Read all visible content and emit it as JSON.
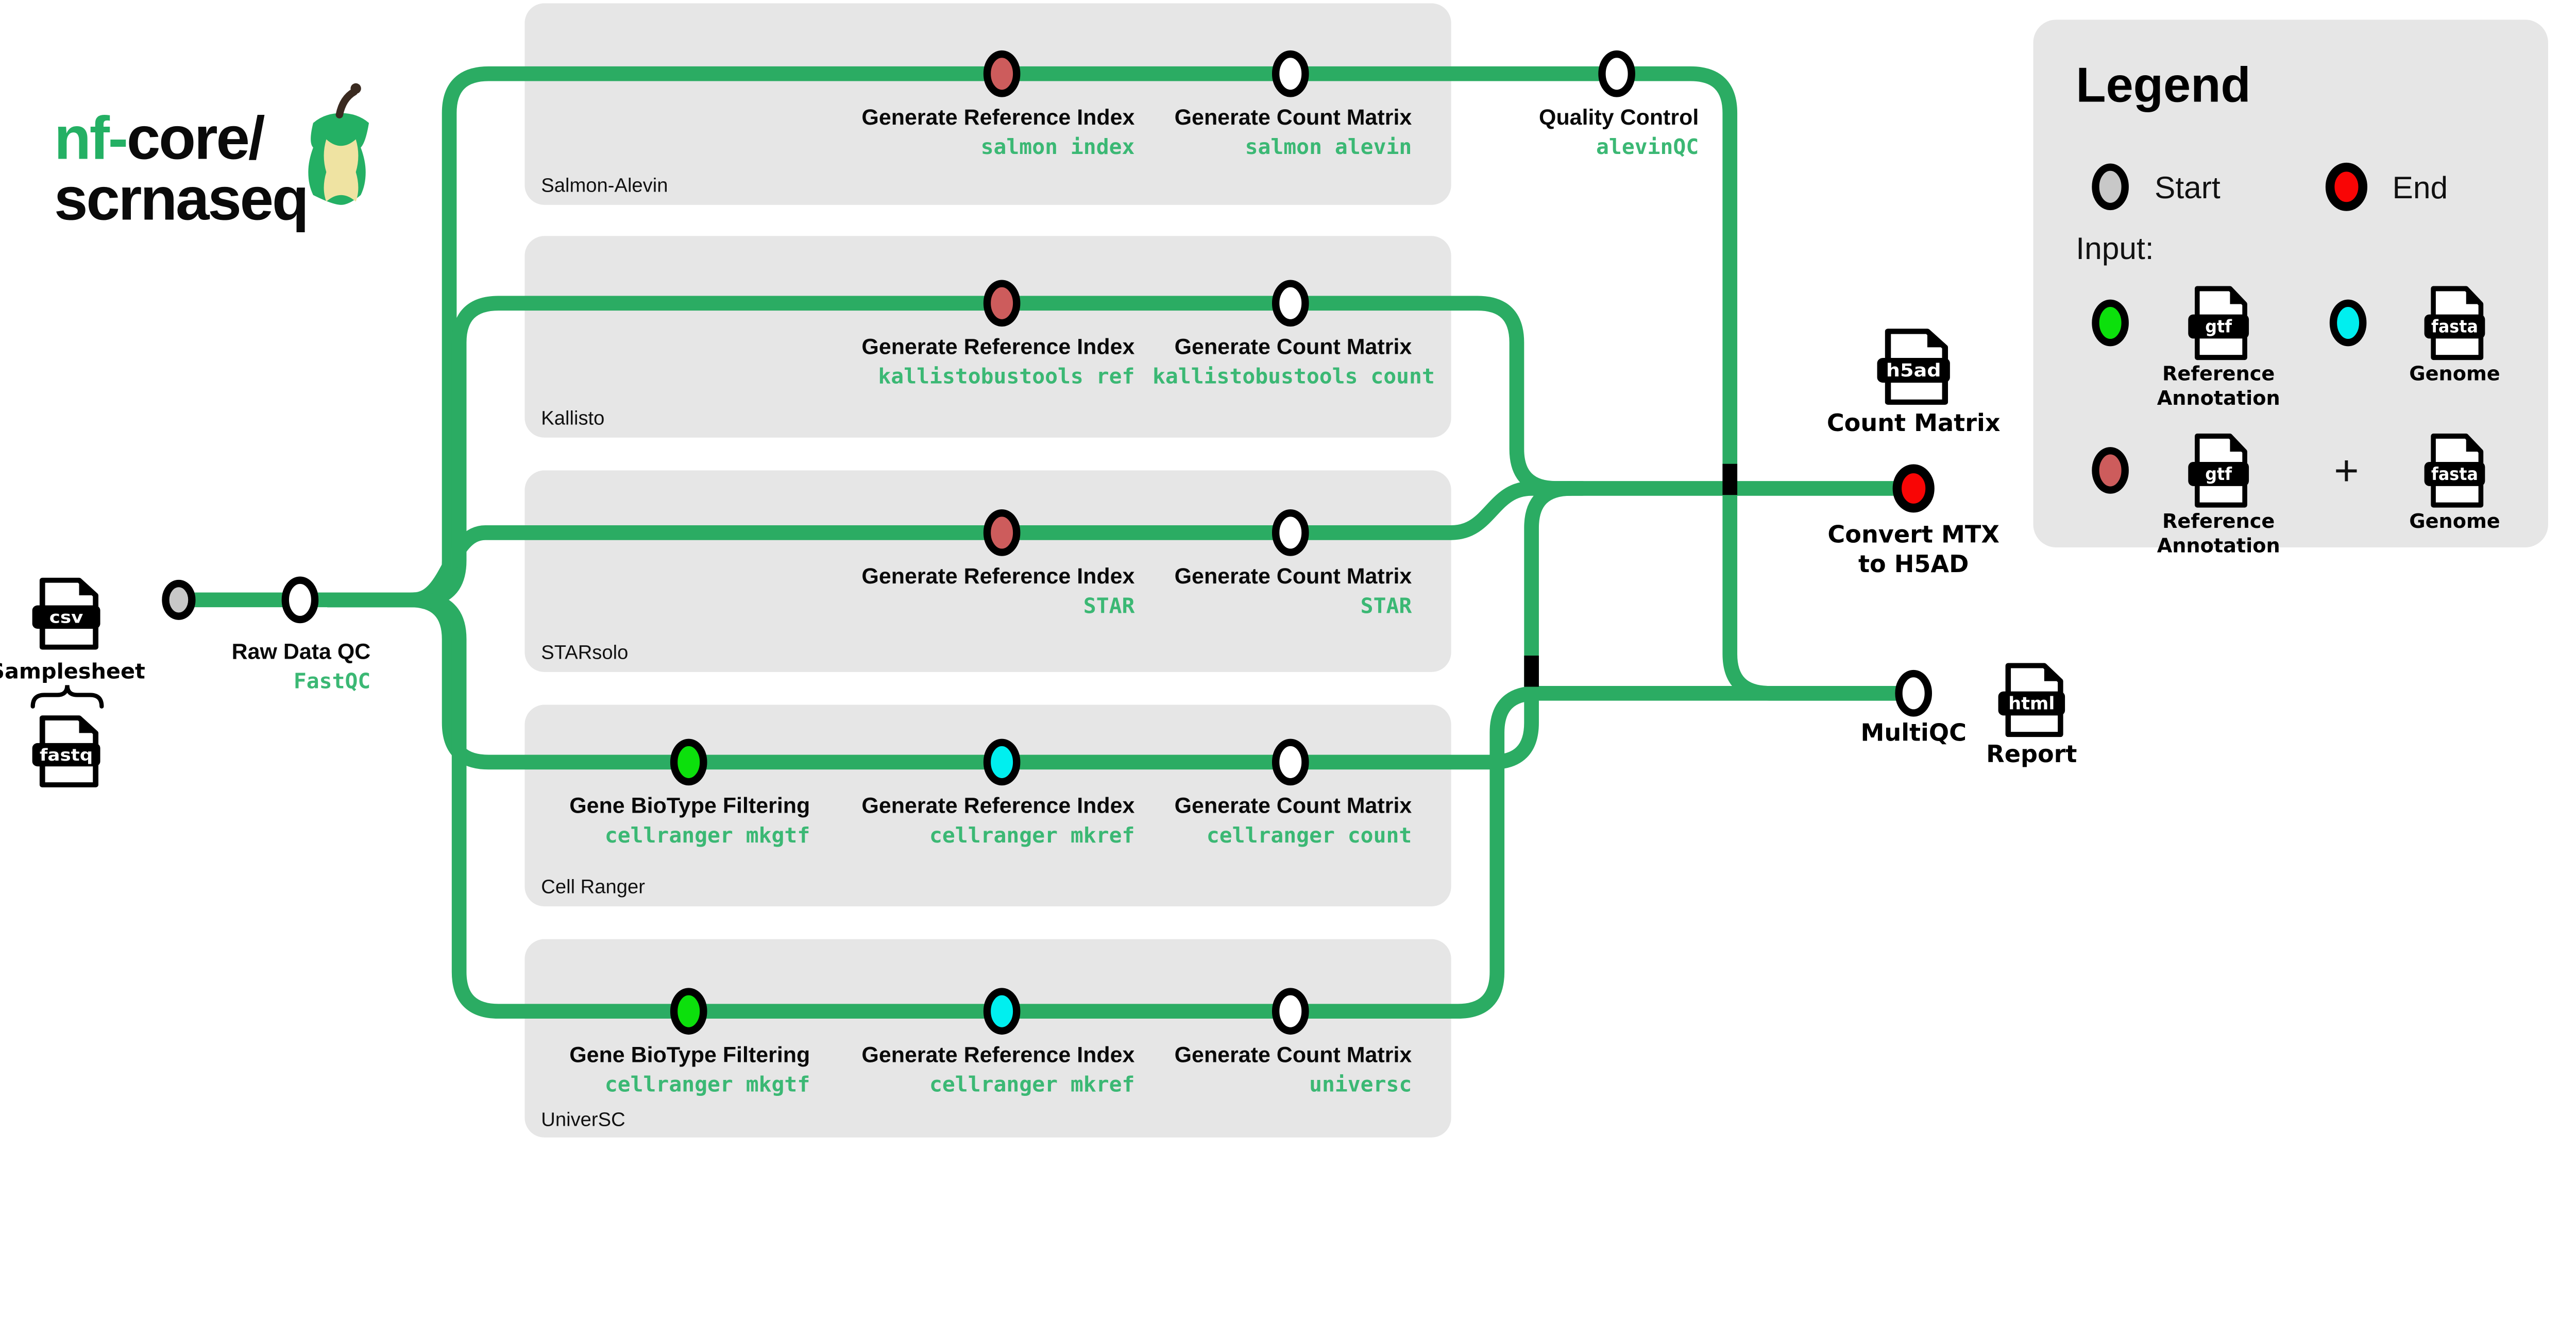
{
  "colors": {
    "line_green": "#2BAC63",
    "mono_green": "#3BB874",
    "box_gray": "#E6E6E6",
    "node_white": "#FFFFFF",
    "node_indianred": "#CD5C5C",
    "node_green": "#0CE00C",
    "node_cyan": "#00EFEF",
    "node_start_gray": "#C8C8C8",
    "node_end_red": "#F90505",
    "logo_green": "#24B064"
  },
  "logo": {
    "part_green": "nf-core/",
    "part_black_line2": "scrnaseq"
  },
  "inputs": {
    "samplesheet_label": "Samplesheet",
    "csv_badge": "csv",
    "fastq_badge": "fastq"
  },
  "raw_qc": {
    "title": "Raw Data QC",
    "tool": "FastQC"
  },
  "lanes": [
    {
      "name": "Salmon-Alevin",
      "nodes": [
        {
          "title": "Generate Reference Index",
          "tool": "salmon index",
          "marker": "#CD5C5C"
        },
        {
          "title": "Generate Count Matrix",
          "tool": "salmon alevin",
          "marker": "#FFFFFF"
        }
      ]
    },
    {
      "name": "Kallisto",
      "nodes": [
        {
          "title": "Generate Reference Index",
          "tool": "kallistobustools ref",
          "marker": "#CD5C5C"
        },
        {
          "title": "Generate Count Matrix",
          "tool": "kallistobustools count",
          "marker": "#FFFFFF"
        }
      ]
    },
    {
      "name": "STARsolo",
      "nodes": [
        {
          "title": "Generate Reference Index",
          "tool": "STAR",
          "marker": "#CD5C5C"
        },
        {
          "title": "Generate Count Matrix",
          "tool": "STAR",
          "marker": "#FFFFFF"
        }
      ]
    },
    {
      "name": "Cell Ranger",
      "nodes": [
        {
          "title": "Gene BioType Filtering",
          "tool": "cellranger mkgtf",
          "marker": "#0CE00C"
        },
        {
          "title": "Generate Reference Index",
          "tool": "cellranger mkref",
          "marker": "#00EFEF"
        },
        {
          "title": "Generate Count Matrix",
          "tool": "cellranger count",
          "marker": "#FFFFFF"
        }
      ]
    },
    {
      "name": "UniverSC",
      "nodes": [
        {
          "title": "Gene BioType Filtering",
          "tool": "cellranger mkgtf",
          "marker": "#0CE00C"
        },
        {
          "title": "Generate Reference Index",
          "tool": "cellranger mkref",
          "marker": "#00EFEF"
        },
        {
          "title": "Generate Count Matrix",
          "tool": "universc",
          "marker": "#FFFFFF"
        }
      ]
    }
  ],
  "quality_control": {
    "title": "Quality Control",
    "tool": "alevinQC"
  },
  "outputs": {
    "count_matrix_label": "Count Matrix",
    "h5ad_badge": "h5ad",
    "convert_line1": "Convert MTX",
    "convert_line2": "to H5AD",
    "multiqc_label": "MultiQC",
    "report_label": "Report",
    "html_badge": "html"
  },
  "legend": {
    "title": "Legend",
    "start_label": "Start",
    "end_label": "End",
    "input_label": "Input:",
    "gtf_badge": "gtf",
    "fasta_badge": "fasta",
    "ref_line1": "Reference",
    "ref_line2": "Annotation",
    "genome_label": "Genome",
    "plus": "+"
  }
}
